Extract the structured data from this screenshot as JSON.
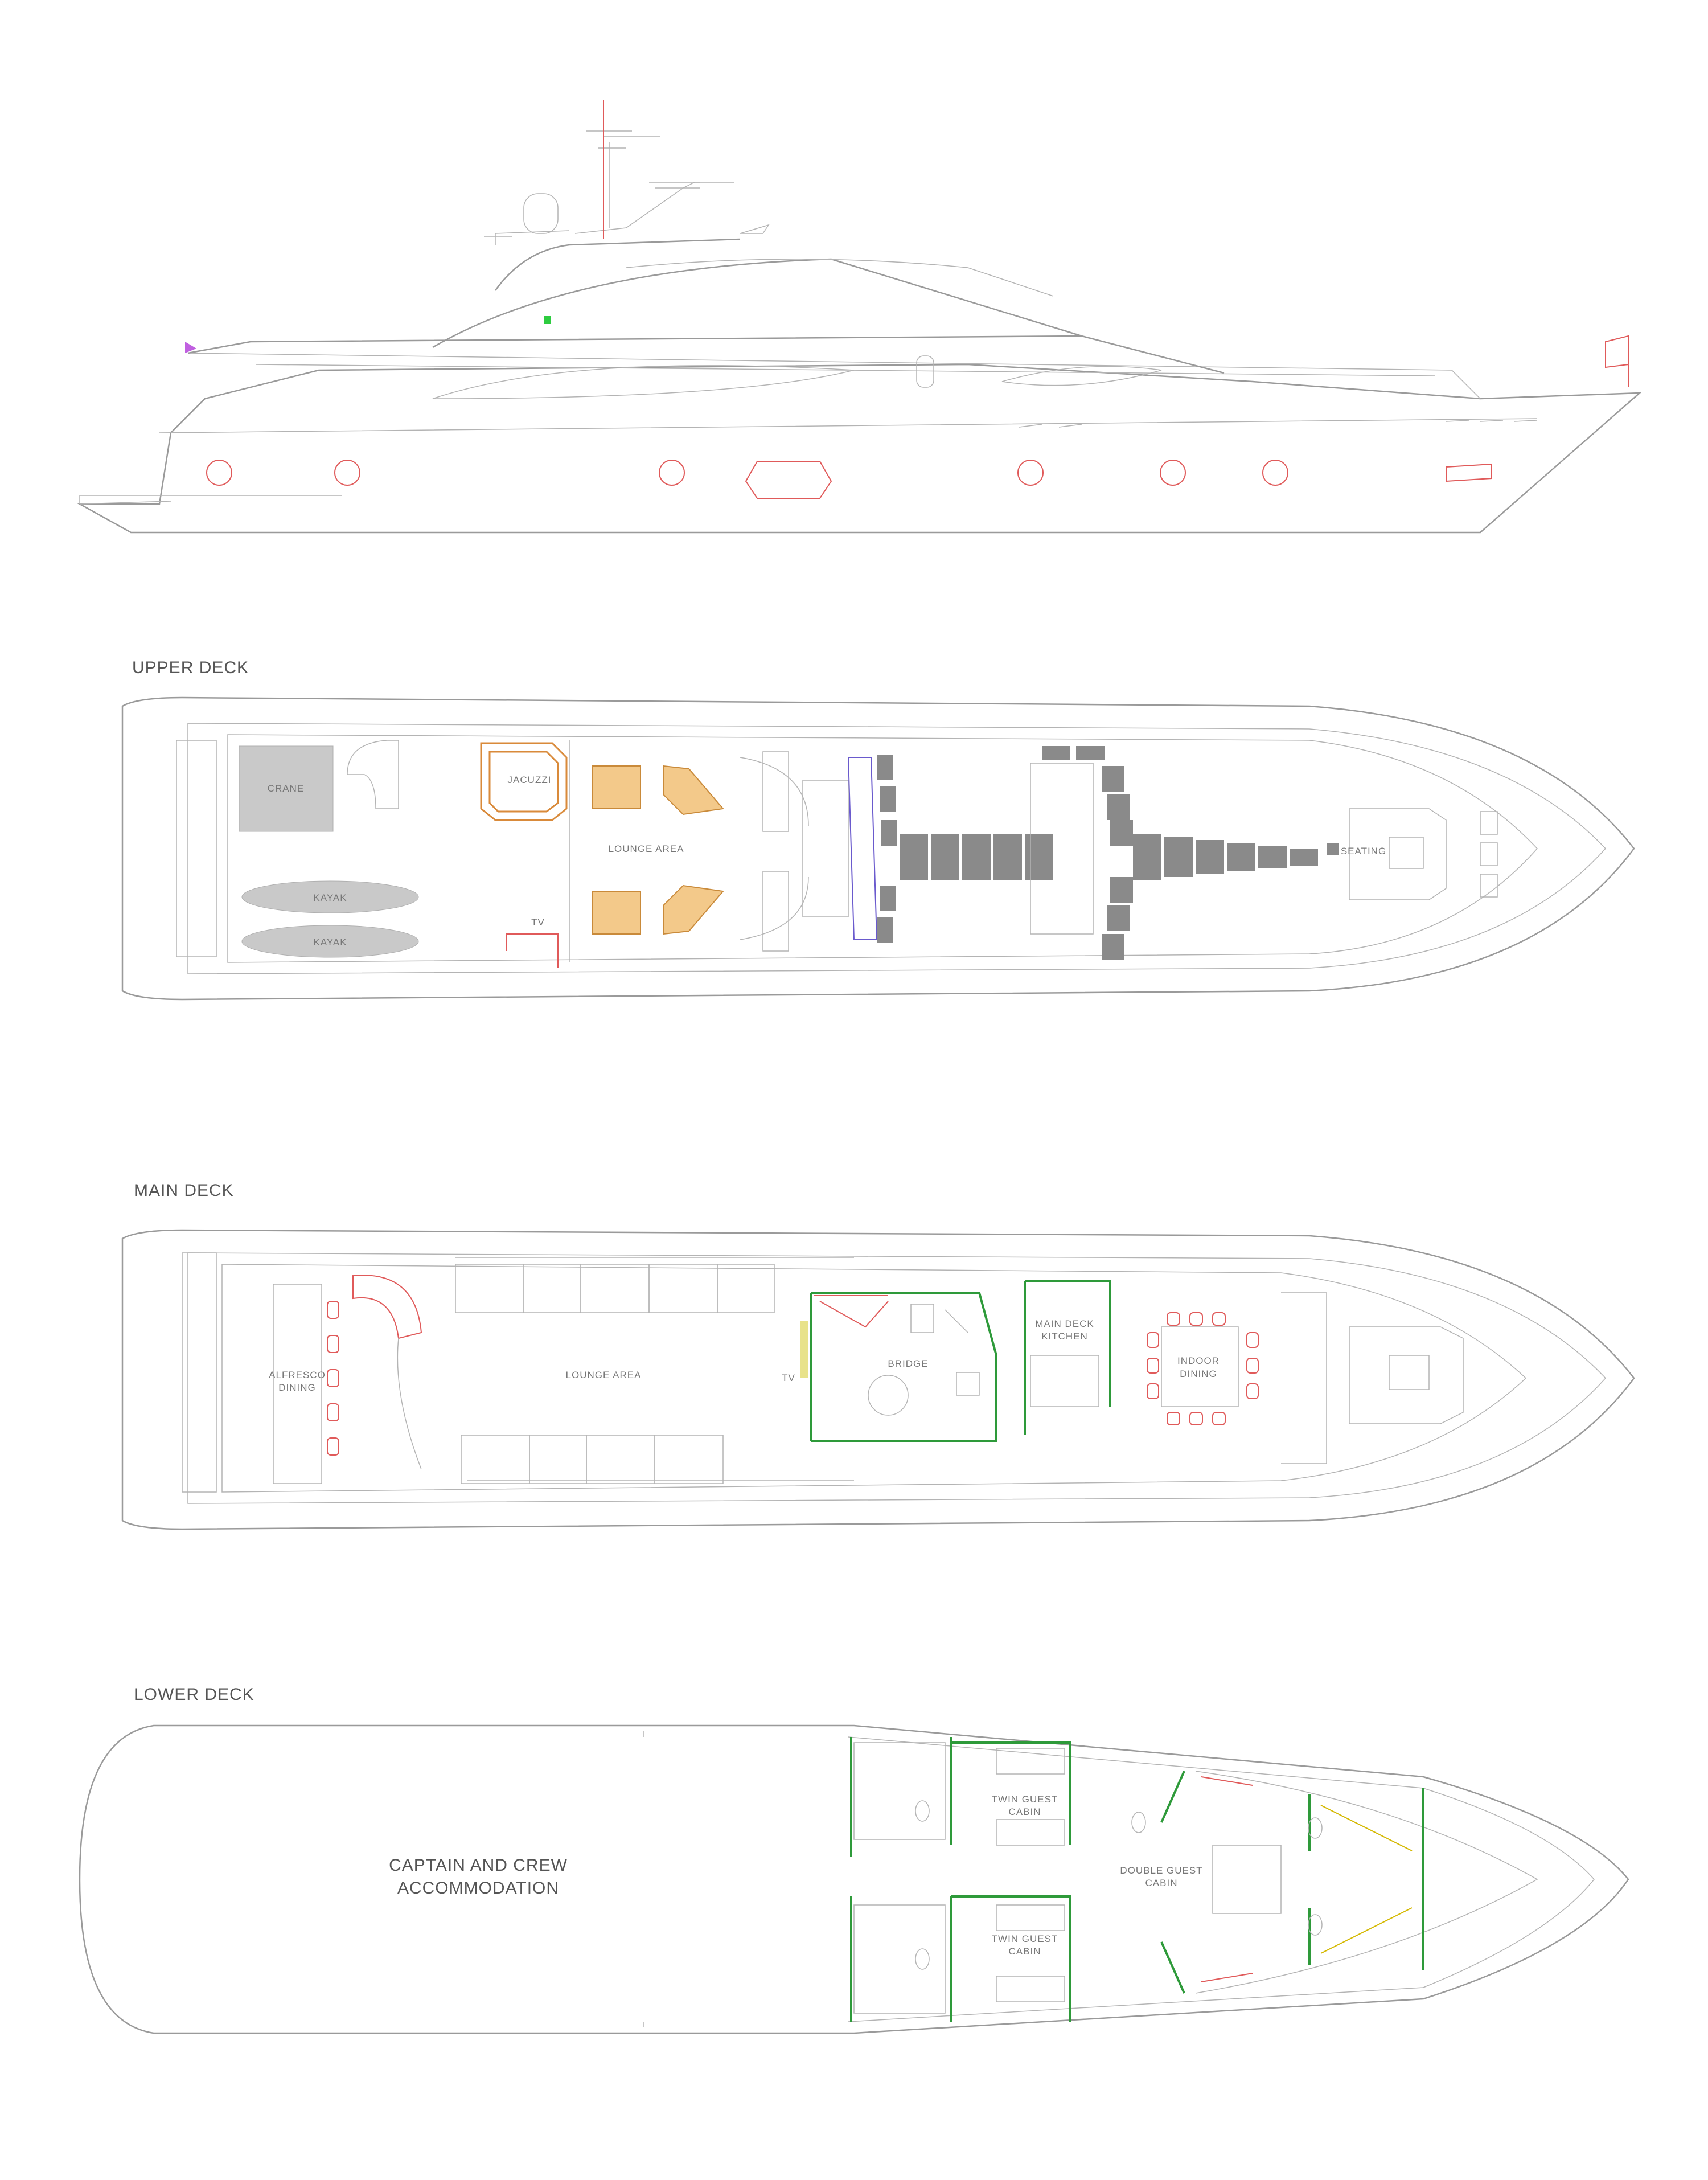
{
  "decks": {
    "upper": {
      "title": "UPPER DECK",
      "labels": {
        "crane": "CRANE",
        "jacuzzi": "JACUZZI",
        "lounge": "LOUNGE AREA",
        "kayak1": "KAYAK",
        "kayak2": "KAYAK",
        "tv": "TV",
        "seating": "SEATING"
      }
    },
    "main": {
      "title": "MAIN DECK",
      "labels": {
        "alfresco_line1": "ALFRESCO",
        "alfresco_line2": "DINING",
        "lounge": "LOUNGE AREA",
        "tv": "TV",
        "bridge": "BRIDGE",
        "kitchen_line1": "MAIN DECK",
        "kitchen_line2": "KITCHEN",
        "dining_line1": "INDOOR",
        "dining_line2": "DINING"
      }
    },
    "lower": {
      "title": "LOWER DECK",
      "labels": {
        "crew_line1": "CAPTAIN AND CREW",
        "crew_line2": "ACCOMMODATION",
        "twin1_line1": "TWIN GUEST",
        "twin1_line2": "CABIN",
        "twin2_line1": "TWIN GUEST",
        "twin2_line2": "CABIN",
        "double_line1": "DOUBLE GUEST",
        "double_line2": "CABIN"
      }
    }
  },
  "colors": {
    "line": "#9a9a9a",
    "accent_red": "#e05a5a",
    "wall_green": "#2e9a3a",
    "jacuzzi_orange": "#d98a3a",
    "shade_gray": "#8a8a8a"
  }
}
